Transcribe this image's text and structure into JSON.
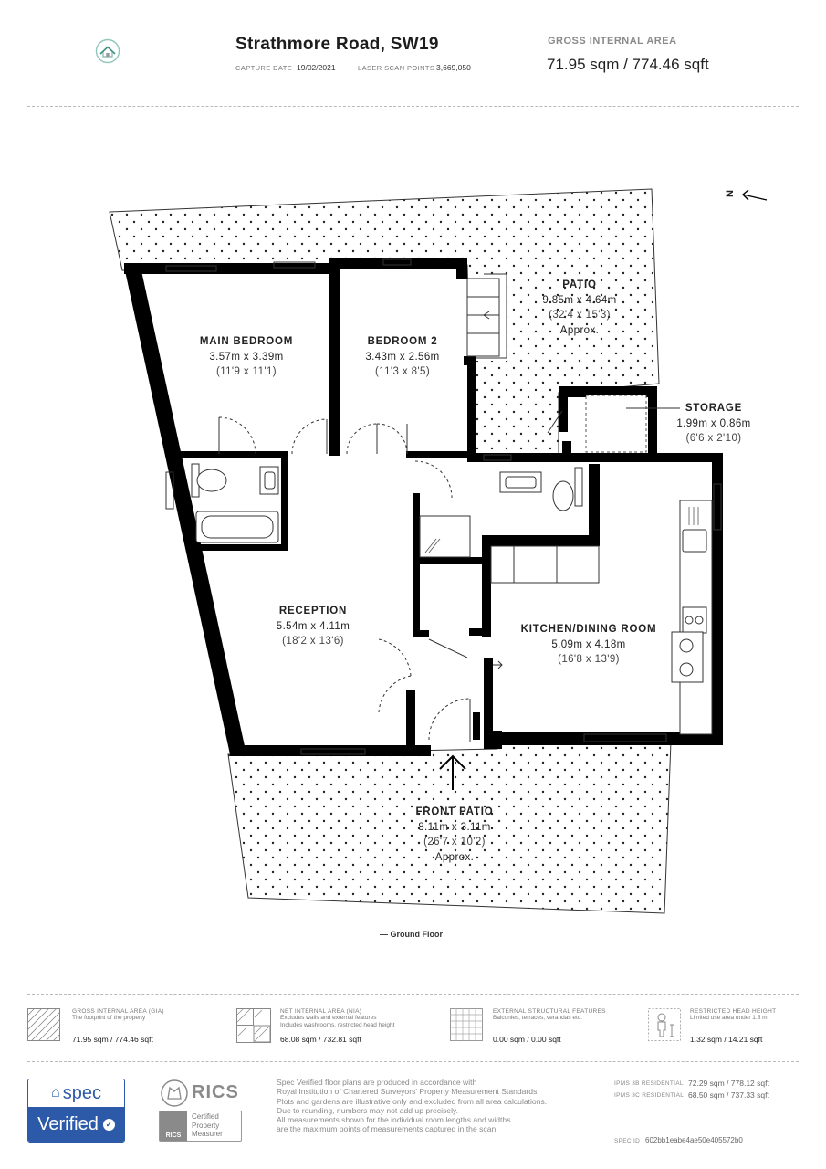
{
  "header": {
    "address": "Strathmore Road, SW19",
    "capture_date_label": "CAPTURE DATE",
    "capture_date": "19/02/2021",
    "scan_points_label": "LASER SCAN POINTS",
    "scan_points": "3,669,050",
    "gia_label": "GROSS INTERNAL AREA",
    "gia_value": "71.95 sqm / 774.46 sqft",
    "logo_icon": "house-logo-icon"
  },
  "plan": {
    "north_label": "N",
    "floor_label": "— Ground Floor",
    "rooms": {
      "main_bedroom": {
        "name": "MAIN BEDROOM",
        "metric": "3.57m x 3.39m",
        "imperial": "(11'9 x 11'1)"
      },
      "bedroom_2": {
        "name": "BEDROOM 2",
        "metric": "3.43m x 2.56m",
        "imperial": "(11'3 x 8'5)"
      },
      "patio": {
        "name": "PATIO",
        "metric": "9.85m x 4.64m",
        "imperial": "(32'4 x 15'3)",
        "note": "Approx."
      },
      "storage": {
        "name": "STORAGE",
        "metric": "1.99m x 0.86m",
        "imperial": "(6'6 x 2'10)"
      },
      "reception": {
        "name": "RECEPTION",
        "metric": "5.54m x 4.11m",
        "imperial": "(18'2 x 13'6)"
      },
      "kitchen": {
        "name": "KITCHEN/DINING ROOM",
        "metric": "5.09m x 4.18m",
        "imperial": "(16'8 x 13'9)"
      },
      "front_patio": {
        "name": "FRONT PATIO",
        "metric": "8.11m x 3.11m",
        "imperial": "(26'7 x 10'2)",
        "note": "Approx."
      }
    }
  },
  "legend": [
    {
      "title": "GROSS INTERNAL AREA (GIA)",
      "desc1": "The footprint of the property",
      "desc2": "",
      "value": "71.95 sqm / 774.46 sqft",
      "icon": "hatched-area-icon"
    },
    {
      "title": "NET INTERNAL AREA (NIA)",
      "desc1": "Excludes walls and external features",
      "desc2": "Includes washrooms, restricted head height",
      "value": "68.08 sqm / 732.81 sqft",
      "icon": "net-area-icon"
    },
    {
      "title": "EXTERNAL STRUCTURAL FEATURES",
      "desc1": "Balconies, terraces, verandas etc.",
      "desc2": "",
      "value": "0.00 sqm / 0.00 sqft",
      "icon": "grid-area-icon"
    },
    {
      "title": "RESTRICTED HEAD HEIGHT",
      "desc1": "Limited use area under 1.5 m",
      "desc2": "",
      "value": "1.32 sqm / 14.21 sqft",
      "icon": "head-height-icon"
    }
  ],
  "footer": {
    "spec_brand": "spec",
    "spec_verified": "Verified",
    "rics_brand": "RICS",
    "rics_small": "RICS",
    "rics_cert_1": "Certified",
    "rics_cert_2": "Property",
    "rics_cert_3": "Measurer",
    "disclaimer": [
      "Spec Verified floor plans are produced in accordance with",
      "Royal Institution of Chartered Surveyors' Property Measurement Standards.",
      "Plots and gardens are illustrative only and excluded from all area calculations.",
      "Due to rounding, numbers may not add up precisely.",
      "All measurements shown for the individual room lengths and widths",
      "are the maximum points of measurements captured in the scan."
    ],
    "ipms3b_label": "IPMS 3B RESIDENTIAL",
    "ipms3b_value": "72.29 sqm / 778.12 sqft",
    "ipms3c_label": "IPMS 3C RESIDENTIAL",
    "ipms3c_value": "68.50 sqm / 737.33 sqft",
    "spec_id_label": "SPEC ID",
    "spec_id": "602bb1eabe4ae50e405572b0"
  }
}
